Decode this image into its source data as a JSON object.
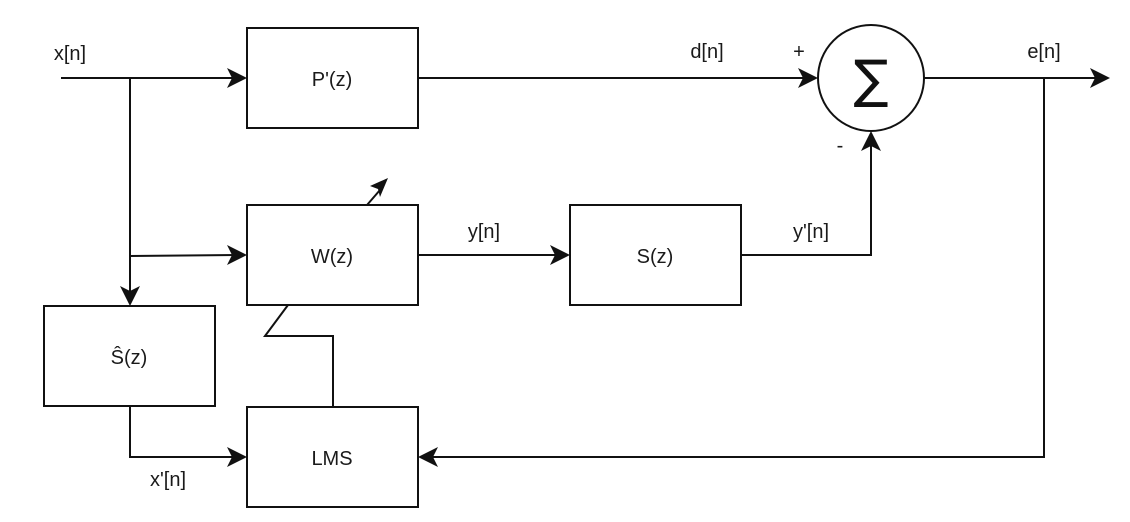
{
  "diagram": {
    "title": "",
    "blocks": {
      "primary_path": "P'(z)",
      "adaptive_filter": "W(z)",
      "secondary_path": "S(z)",
      "secondary_path_estimate": "Ŝ(z)",
      "adaptation": "LMS"
    },
    "summing_junction": {
      "symbol": "∑",
      "plus_sign": "+",
      "minus_sign": "-"
    },
    "signals": {
      "input": "x[n]",
      "desired": "d[n]",
      "filter_output": "y[n]",
      "secondary_output": "y'[n]",
      "error": "e[n]",
      "filtered_reference": "x'[n]"
    },
    "connections": [
      {
        "from": "input",
        "to": "P'(z)",
        "label": "x[n]"
      },
      {
        "from": "input",
        "to": "W(z)"
      },
      {
        "from": "input",
        "to": "Ŝ(z)"
      },
      {
        "from": "P'(z)",
        "to": "∑",
        "label": "d[n]",
        "sign": "+"
      },
      {
        "from": "W(z)",
        "to": "S(z)",
        "label": "y[n]"
      },
      {
        "from": "S(z)",
        "to": "∑",
        "label": "y'[n]",
        "sign": "-"
      },
      {
        "from": "∑",
        "to": "output",
        "label": "e[n]"
      },
      {
        "from": "e[n]",
        "to": "LMS"
      },
      {
        "from": "Ŝ(z)",
        "to": "LMS",
        "label": "x'[n]"
      },
      {
        "from": "LMS",
        "to": "W(z)",
        "type": "adaptation"
      }
    ]
  }
}
